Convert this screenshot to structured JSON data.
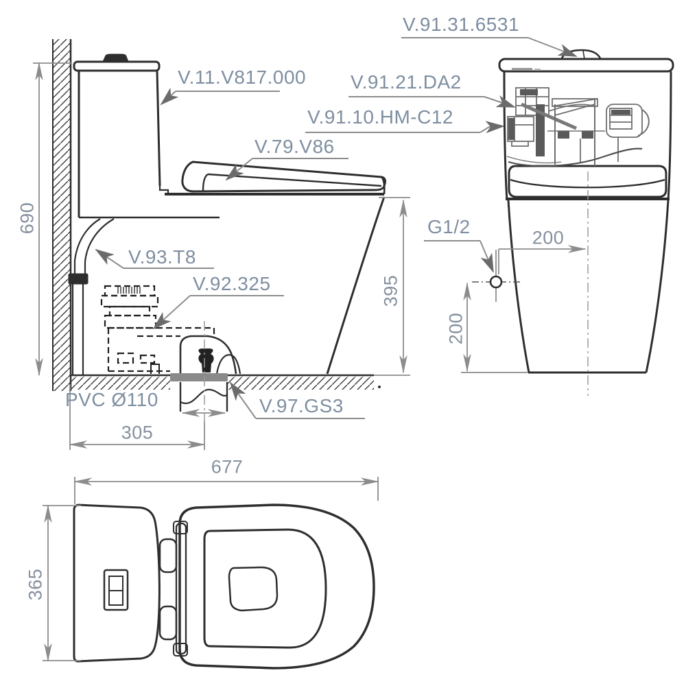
{
  "side_view": {
    "labels": {
      "body_code": "V.11.V817.000",
      "seat_code": "V.79.V86",
      "hose_code": "V.93.T8",
      "valve_code": "V.92.325",
      "gasket_code": "V.97.GS3",
      "drain_pipe": "PVC Ø110"
    },
    "dimensions": {
      "overall_height": "690",
      "bowl_height": "395",
      "rough_in": "305"
    }
  },
  "front_view": {
    "labels": {
      "push_button_code": "V.91.31.6531",
      "fill_valve_code": "V.91.21.DA2",
      "flush_valve_code": "V.91.10.HM-C12",
      "water_inlet": "G1/2"
    },
    "dimensions": {
      "inlet_offset_horizontal": "200",
      "inlet_height": "200"
    }
  },
  "top_view": {
    "dimensions": {
      "overall_length": "677",
      "overall_width": "365"
    }
  },
  "colors": {
    "line": "#2e2e2e",
    "dimension": "#8c8c8c",
    "label_text": "#7e8ea0",
    "flange_fill": "#8a8a8a",
    "internals": "#6e6e6e"
  }
}
